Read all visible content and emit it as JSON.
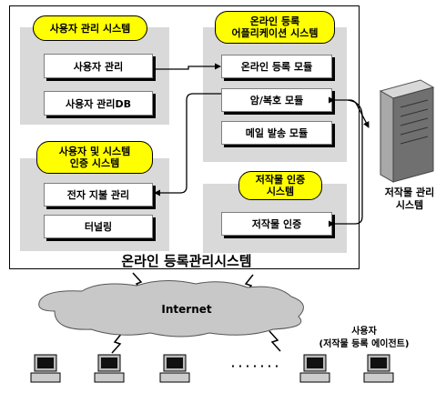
{
  "diagram": {
    "outer_title": "온라인 등록관리시스템",
    "groups": {
      "user_mgmt": {
        "title": "사용자 관리 시스템",
        "modules": [
          "사용자 관리",
          "사용자 관리DB"
        ]
      },
      "online_reg": {
        "title_line1": "온라인 등록",
        "title_line2": "어플리케이션 시스템",
        "modules": [
          "온라인 등록 모듈",
          "암/복호 모듈",
          "메일 발송 모듈"
        ]
      },
      "auth": {
        "title_line1": "사용자 및 시스템",
        "title_line2": "인증 시스템",
        "modules": [
          "전자 지불 관리",
          "터널링"
        ]
      },
      "copyright_auth": {
        "title_line1": "저작물 인증",
        "title_line2": "시스템",
        "modules": [
          "저작물 인증"
        ]
      }
    },
    "server": {
      "label_line1": "저작물 관리",
      "label_line2": "시스템"
    },
    "internet": {
      "label": "Internet"
    },
    "client": {
      "label_line1": "사용자",
      "label_line2": "(저작물 등록 에이전트)"
    },
    "ellipsis": "· · · · · · ·"
  },
  "colors": {
    "pill": "#ffff00",
    "panel": "#d9d9d9",
    "cloud": "#c8c8c8"
  }
}
